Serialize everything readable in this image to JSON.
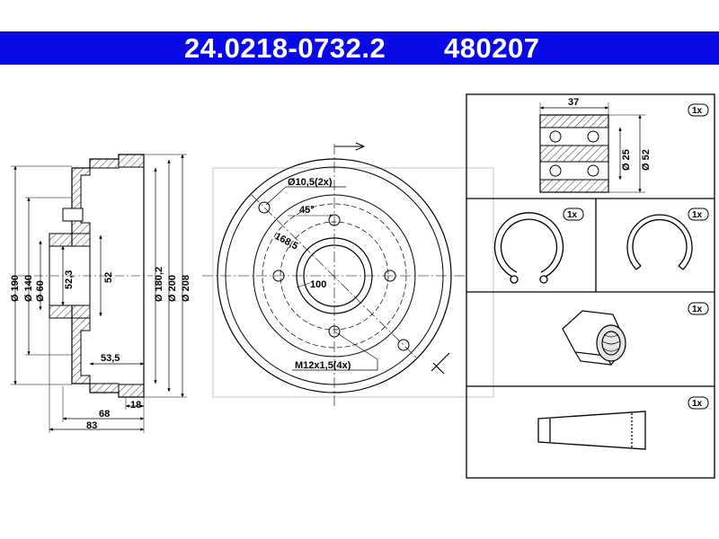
{
  "header": {
    "part_number": "24.0218-0732.2",
    "ref_number": "480207",
    "background_color": "#0a0ae6"
  },
  "section_drawing": {
    "diameters": [
      "Ø 190",
      "Ø 140",
      "Ø 60",
      "Ø 180,2",
      "Ø 200",
      "Ø 208"
    ],
    "hub_inner": "52,3",
    "hub_bore": "52",
    "depth_inner": "53,5",
    "flange_width": "18",
    "depth_68": "68",
    "depth_83": "83"
  },
  "front_view": {
    "holes_label": "Ø10,5(2x)",
    "angle_label": "45°",
    "pcd_label": "168,5",
    "center_label": "100",
    "thread_label": "M12x1,5(4x)"
  },
  "accessories": {
    "bearing_width": "37",
    "bearing_d_inner": "Ø 25",
    "bearing_d_outer": "Ø 52",
    "qty_bearing": "1x",
    "qty_circlip_internal": "1x",
    "qty_circlip_external": "1x",
    "qty_nut": "1x",
    "qty_grease": "1x"
  }
}
